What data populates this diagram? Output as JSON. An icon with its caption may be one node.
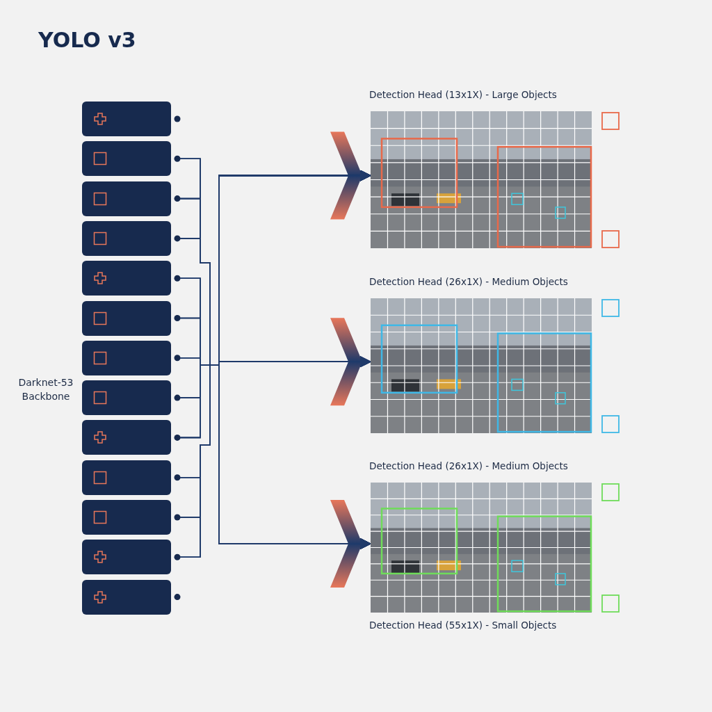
{
  "diagram": {
    "title": "YOLO v3",
    "nodes": [
      {
        "text": [],
        "shape": "box"
      },
      {
        "text": [],
        "shape": "box"
      },
      {
        "text": [],
        "shape": "box"
      },
      {
        "text": [],
        "shape": "box"
      },
      {
        "text": [],
        "shape": "box"
      },
      {
        "text": [],
        "shape": "box"
      },
      {
        "text": [],
        "shape": "box"
      },
      {
        "text": [],
        "shape": "box"
      },
      {
        "text": [],
        "shape": "box"
      },
      {
        "text": [],
        "shape": "box"
      },
      {
        "text": [],
        "shape": "box"
      },
      {
        "text": [],
        "shape": "box"
      },
      {
        "text": [],
        "shape": "box"
      },
      {
        "text": [
          "Detection Head (13x1X) - Large Objects"
        ]
      },
      {
        "text": [
          "Detection Head (26x1X) - Medium Objects"
        ]
      },
      {
        "text": [
          "Detection Head (26x1X) - Medium Objects",
          "Detection Head (55x1X) - Small Objects"
        ]
      }
    ],
    "edges": [
      {
        "from": 1,
        "to": 13,
        "arrow": "to"
      },
      {
        "from": 1,
        "to": 14,
        "arrow": "to"
      },
      {
        "from": 1,
        "to": 15,
        "arrow": "to"
      },
      {
        "from": 2,
        "to": 13,
        "arrow": "to"
      },
      {
        "from": 2,
        "to": 14,
        "arrow": "to"
      },
      {
        "from": 2,
        "to": 15,
        "arrow": "to"
      },
      {
        "from": 3,
        "to": 13,
        "arrow": "to"
      },
      {
        "from": 3,
        "to": 14,
        "arrow": "to"
      },
      {
        "from": 3,
        "to": 15,
        "arrow": "to"
      },
      {
        "from": 4,
        "to": 13,
        "arrow": "to"
      },
      {
        "from": 4,
        "to": 14,
        "arrow": "to"
      },
      {
        "from": 4,
        "to": 15,
        "arrow": "to"
      },
      {
        "from": 5,
        "to": 13,
        "arrow": "to"
      },
      {
        "from": 5,
        "to": 14,
        "arrow": "to"
      },
      {
        "from": 5,
        "to": 15,
        "arrow": "to"
      },
      {
        "from": 6,
        "to": 13,
        "arrow": "to"
      },
      {
        "from": 6,
        "to": 14,
        "arrow": "to"
      },
      {
        "from": 6,
        "to": 15,
        "arrow": "to"
      },
      {
        "from": 7,
        "to": 13,
        "arrow": "to"
      },
      {
        "from": 7,
        "to": 14,
        "arrow": "to"
      },
      {
        "from": 7,
        "to": 15,
        "arrow": "to"
      },
      {
        "from": 8,
        "to": 13,
        "arrow": "to"
      },
      {
        "from": 8,
        "to": 14,
        "arrow": "to"
      },
      {
        "from": 8,
        "to": 15,
        "arrow": "to"
      },
      {
        "from": 9,
        "to": 13,
        "arrow": "to"
      },
      {
        "from": 9,
        "to": 14,
        "arrow": "to"
      },
      {
        "from": 9,
        "to": 15,
        "arrow": "to"
      },
      {
        "from": 10,
        "to": 13,
        "arrow": "to"
      },
      {
        "from": 10,
        "to": 14,
        "arrow": "to"
      },
      {
        "from": 10,
        "to": 15,
        "arrow": "to"
      },
      {
        "from": 11,
        "to": 13,
        "arrow": "to"
      },
      {
        "from": 11,
        "to": 14,
        "arrow": "to"
      },
      {
        "from": 11,
        "to": 15,
        "arrow": "to"
      }
    ],
    "labels": [
      "Darknet-53 Backbone"
    ]
  }
}
